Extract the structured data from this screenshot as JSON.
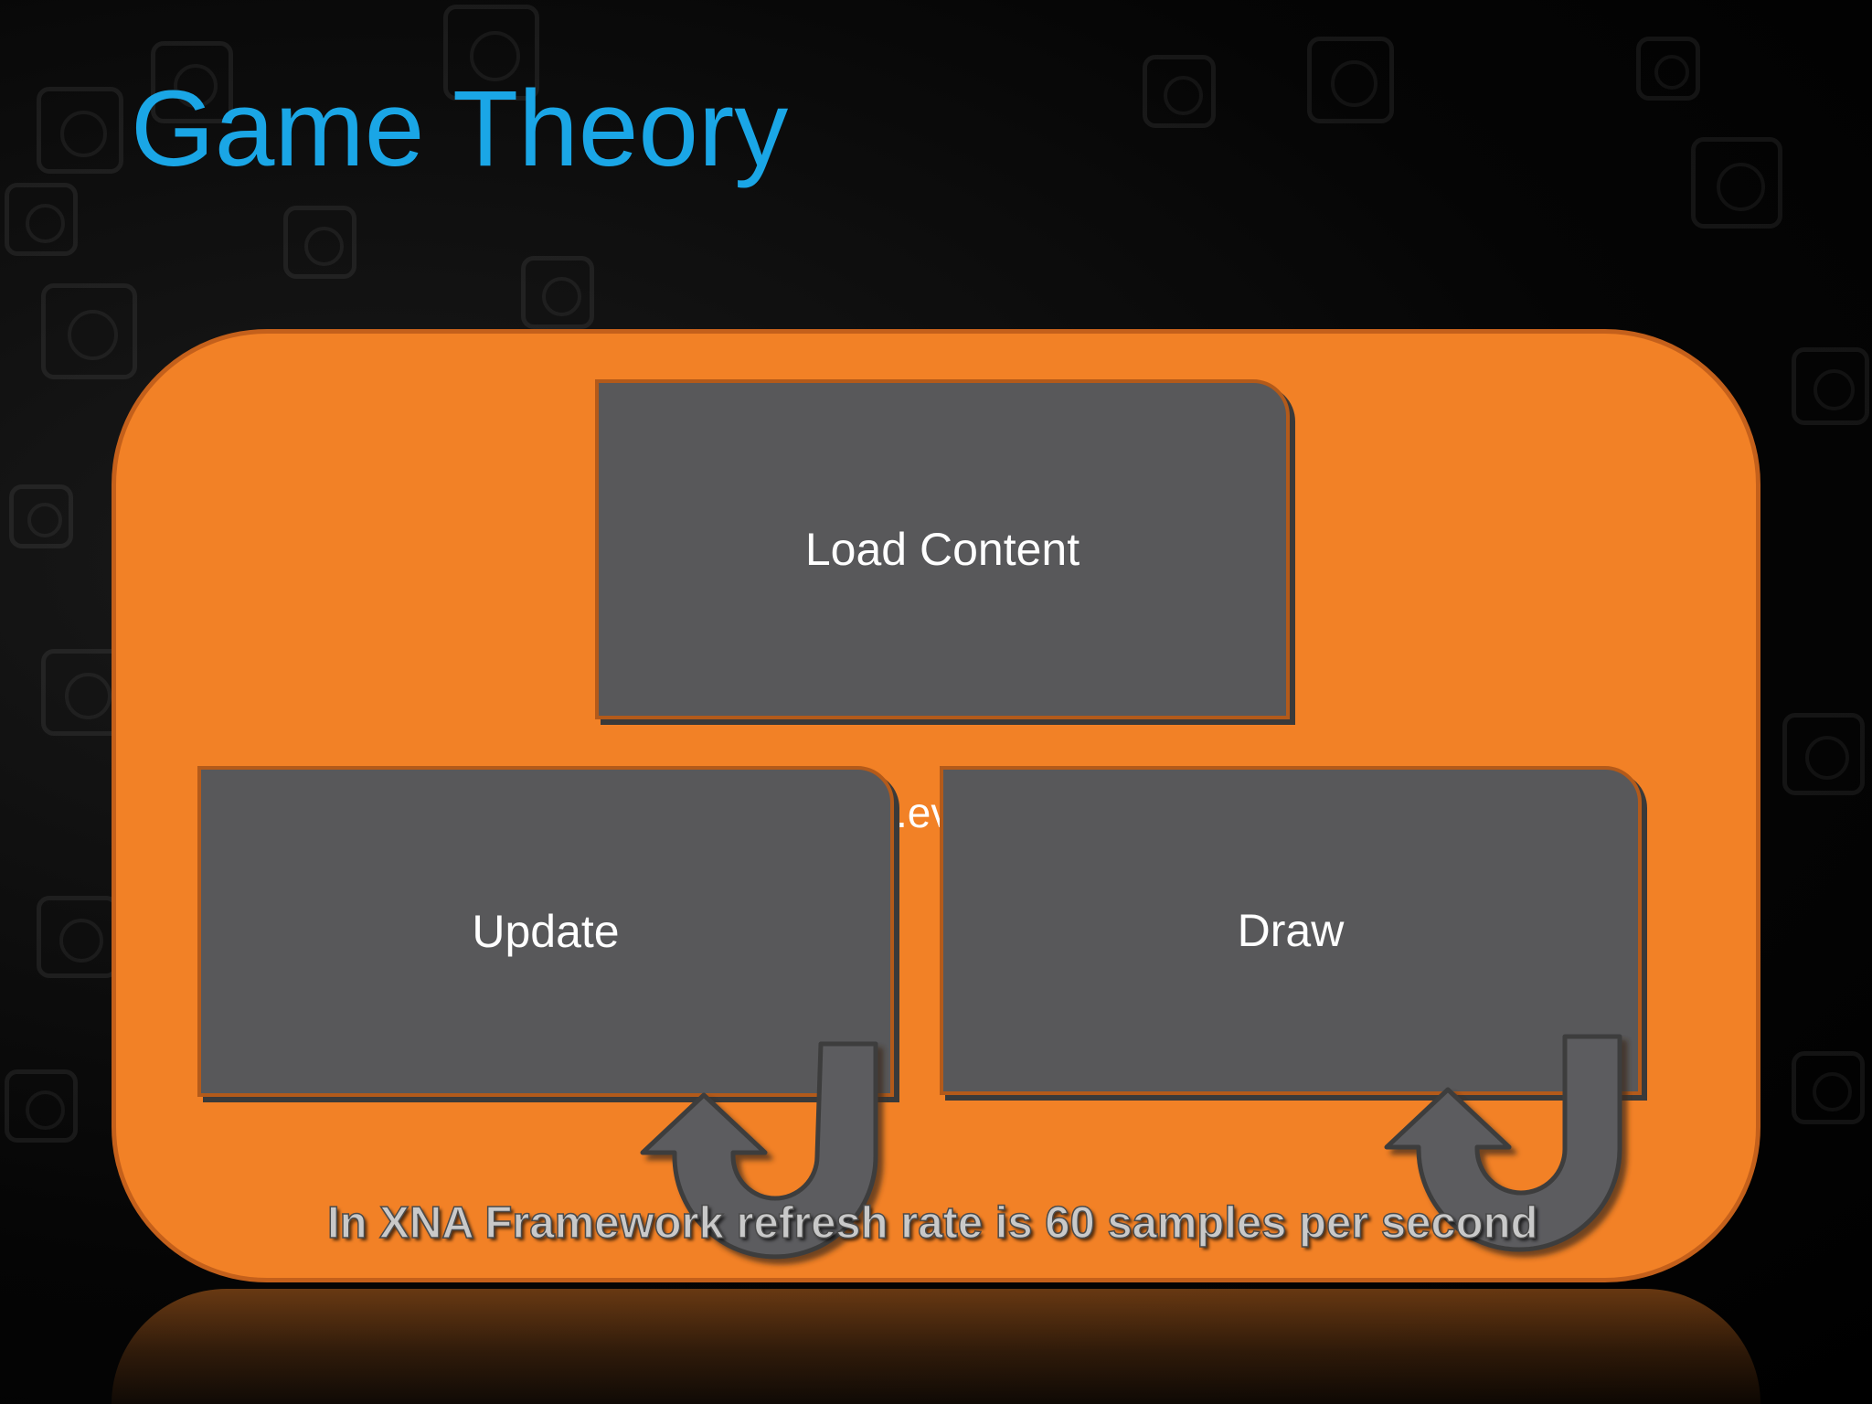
{
  "slide": {
    "title": "Game Theory",
    "accent_color": "#1aa6e6",
    "container_color": "#f28126",
    "box_color": "#58585a"
  },
  "diagram": {
    "boxes": [
      {
        "id": "load-content",
        "label": "Load Content"
      },
      {
        "id": "update",
        "label": "Update"
      },
      {
        "id": "draw",
        "label": "Draw"
      }
    ],
    "partially_hidden_text": ".ev",
    "loop_arrows": [
      "update-loop-arrow",
      "draw-loop-arrow"
    ],
    "footer_note": "In XNA Framework refresh rate is 60 samples per second"
  }
}
